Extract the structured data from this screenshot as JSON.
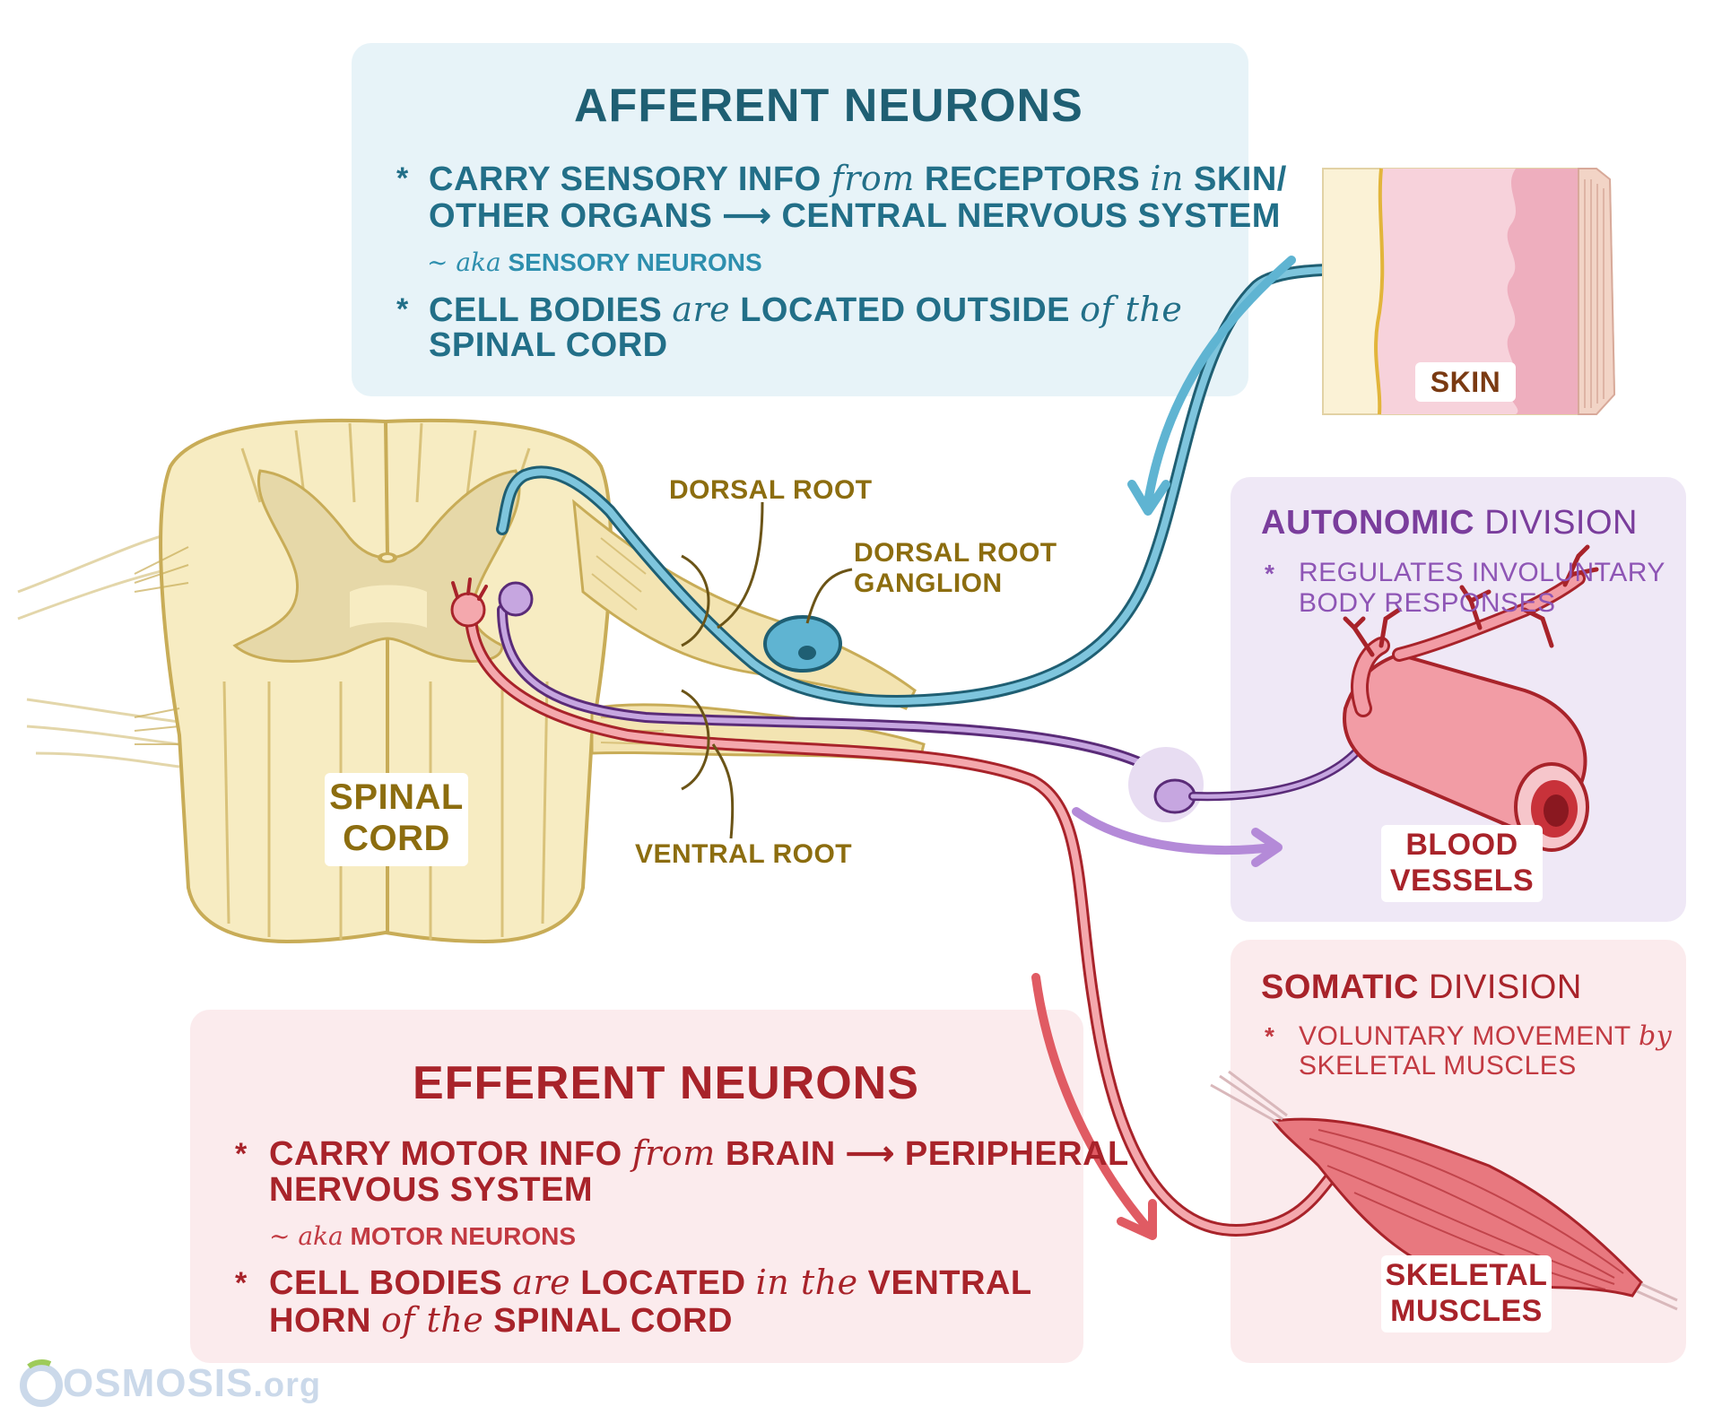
{
  "colors": {
    "afferent": "#1f5f73",
    "afferent_text": "#226f88",
    "afferent_light": "#2e8fae",
    "afferent_box": "#e7f3f8",
    "efferent": "#a8232a",
    "efferent_box": "#fbebed",
    "autonomic": "#7a3d9c",
    "autonomic_box": "#efe8f6",
    "somatic": "#a8232a",
    "somatic_box": "#fbebed",
    "label_gold": "#8c6d0f",
    "cord_fill": "#f7ecc2",
    "cord_stroke": "#c8ac57",
    "gray_matter": "#e6d8a8",
    "osmosis": "#cbd9ea"
  },
  "afferent": {
    "title": "AFFERENT NEURONS",
    "b1_l1_a": "CARRY SENSORY INFO",
    "b1_l1_w": "from",
    "b1_l1_b": "RECEPTORS",
    "b1_l1_w2": "in",
    "b1_l1_c": "SKIN/",
    "b1_l2_a": "OTHER ORGANS",
    "b1_l2_arrow": "⟶",
    "b1_l2_b": "CENTRAL NERVOUS SYSTEM",
    "aka_prefix": "~ aka",
    "aka": "SENSORY NEURONS",
    "b2_l1_a": "CELL BODIES",
    "b2_l1_w": "are",
    "b2_l1_b": "LOCATED OUTSIDE",
    "b2_l1_w2": "of the",
    "b2_l2": "SPINAL CORD"
  },
  "efferent": {
    "title": "EFFERENT NEURONS",
    "b1_l1_a": "CARRY MOTOR INFO",
    "b1_l1_w": "from",
    "b1_l1_b": "BRAIN",
    "b1_l1_arrow": "⟶",
    "b1_l1_c": "PERIPHERAL",
    "b1_l2": "NERVOUS SYSTEM",
    "aka_prefix": "~ aka",
    "aka": "MOTOR NEURONS",
    "b2_l1_a": "CELL BODIES",
    "b2_l1_w": "are",
    "b2_l1_b": "LOCATED",
    "b2_l1_w2": "in the",
    "b2_l1_c": "VENTRAL",
    "b2_l2_a": "HORN",
    "b2_l2_w": "of the",
    "b2_l2_b": "SPINAL CORD"
  },
  "autonomic": {
    "title_a": "AUTONOMIC",
    "title_b": "DIVISION",
    "l1": "REGULATES INVOLUNTARY",
    "l2": "BODY RESPONSES",
    "organ_l1": "BLOOD",
    "organ_l2": "VESSELS"
  },
  "somatic": {
    "title_a": "SOMATIC",
    "title_b": "DIVISION",
    "l1_a": "VOLUNTARY MOVEMENT",
    "l1_w": "by",
    "l2": "SKELETAL MUSCLES",
    "organ_l1": "SKELETAL",
    "organ_l2": "MUSCLES"
  },
  "labels": {
    "skin": "SKIN",
    "dorsal_root": "DORSAL ROOT",
    "drg_l1": "DORSAL ROOT",
    "drg_l2": "GANGLION",
    "ventral_root": "VENTRAL ROOT",
    "spinal_l1": "SPINAL",
    "spinal_l2": "CORD",
    "bullet": "*"
  },
  "logo": {
    "brand": "OSMOSIS",
    "suffix": ".org"
  }
}
